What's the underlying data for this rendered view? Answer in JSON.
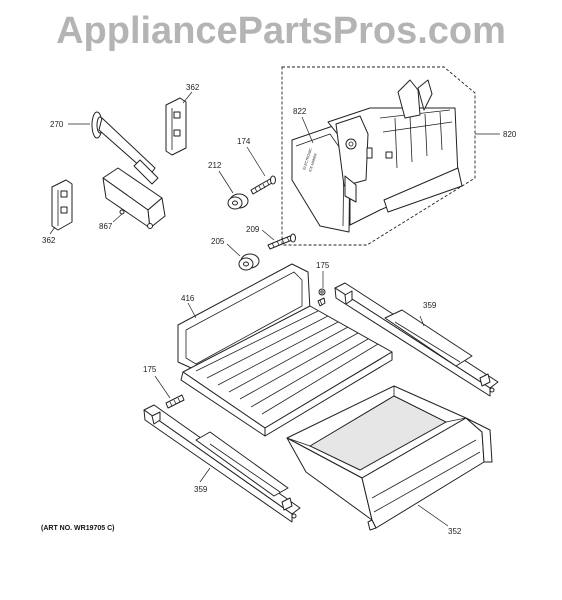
{
  "watermark": "AppliancePartsPros.com",
  "art_number": "(ART NO. WR19705 C)",
  "callouts": {
    "c270": "270",
    "c362_top": "362",
    "c362_bottom": "362",
    "c867": "867",
    "c212": "212",
    "c174": "174",
    "c822": "822",
    "c820": "820",
    "c209": "209",
    "c205": "205",
    "c175_top": "175",
    "c175_left": "175",
    "c416": "416",
    "c359_right": "359",
    "c359_left": "359",
    "c352": "352"
  },
  "ice_maker_text": {
    "line1": "ELECTRONIC",
    "line2": "ICE MAKER"
  }
}
